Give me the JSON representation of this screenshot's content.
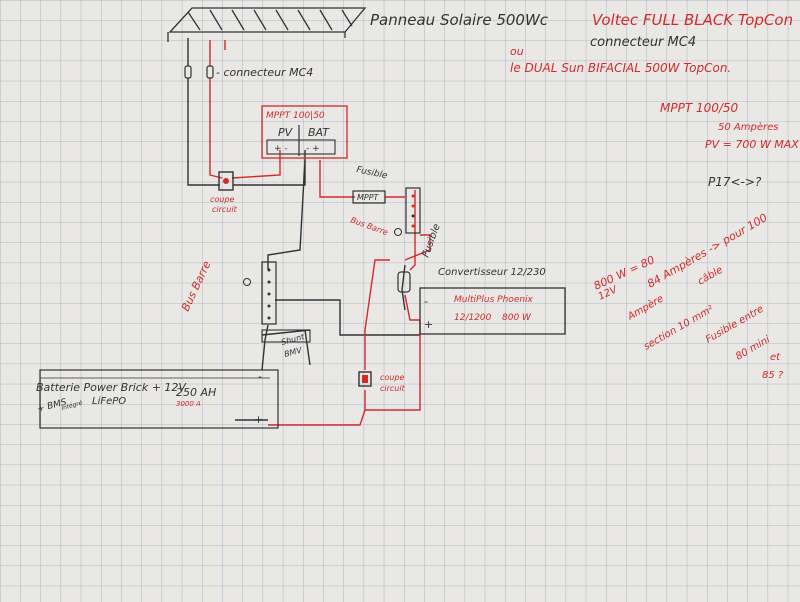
{
  "colors": {
    "paper": "#e9e8e4",
    "grid": "#9aa7c9",
    "ink_black": "#333333",
    "ink_red": "#d42a2a"
  },
  "texts": {
    "title_line1_black": "Panneau Solaire 500Wc",
    "title_line1_red": "Voltec FULL BLACK TopCon",
    "title_line2": "connecteur MC4",
    "ou": "ou",
    "dualsun": "le DUAL Sun BIFACIAL 500W TopCon.",
    "mc4_label": "- connecteur MC4",
    "mppt_title": "MPPT 100|50",
    "pv": "PV",
    "bat": "BAT",
    "pv_signs": "+ -",
    "bat_signs": "- +",
    "mppt_note_1": "MPPT 100/50",
    "mppt_note_2": "50 Ampères",
    "mppt_note_3": "PV = 700 W MAX",
    "p17": "P17<->?",
    "coupe_circuit_1": "coupe",
    "coupe_circuit_2": "circuit",
    "fusible_1": "Fusible",
    "mppt_small": "MPPT",
    "bus_barre_small": "Bus Barre",
    "fusible_2": "Fusible",
    "convertisseur": "Convertisseur 12/230",
    "bus_barre_main": "Bus Barre",
    "multiplus": "MultiPlus Phoenix",
    "multiplus_2": "12/1200",
    "multiplus_3": "800 W",
    "minus": "-",
    "plus": "+",
    "shunt_1": "Shunt",
    "shunt_2": "BMV",
    "batterie": "Batterie Power Brick + 12V",
    "lifepo": "LiFePO",
    "ah": "250 AH",
    "ah_2": "3000 A",
    "bms": "+ BMS",
    "bms_2": "intégré",
    "coupe_3": "coupe",
    "coupe_4": "circuit",
    "calc_1": "800 W = 80",
    "calc_2": "12V",
    "calc_3": "84 Ampères -> pour 100",
    "calc_4": "Ampère",
    "calc_5": "câble",
    "calc_6": "section 10 mm²",
    "calc_7": "Fusible entre",
    "calc_8": "80 mini",
    "calc_9": "et",
    "calc_10": "85 ?"
  }
}
